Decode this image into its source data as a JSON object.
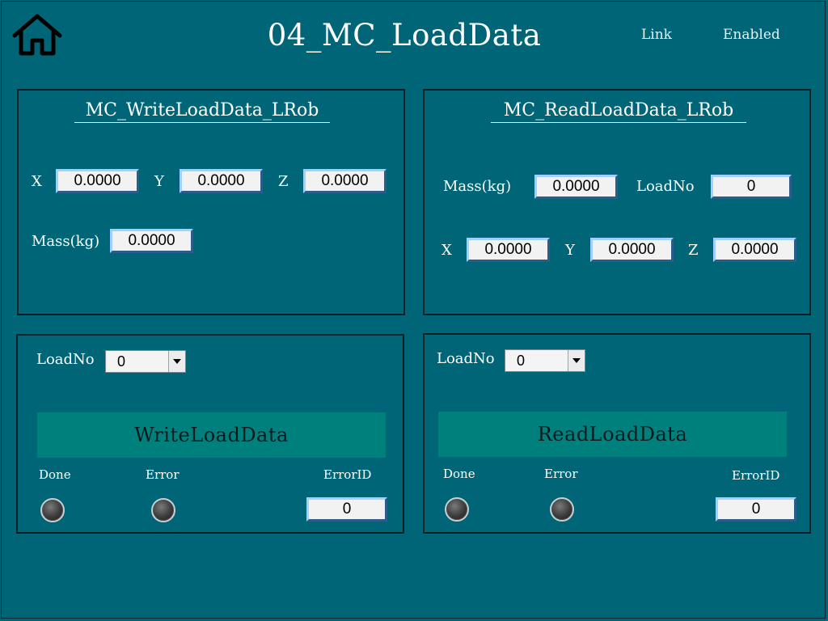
{
  "header": {
    "title": "04_MC_LoadData",
    "status_link": "Link",
    "status_enabled": "Enabled"
  },
  "write_params": {
    "title": "MC_WriteLoadData_LRob",
    "x_label": "X",
    "x_value": "0.0000",
    "y_label": "Y",
    "y_value": "0.0000",
    "z_label": "Z",
    "z_value": "0.0000",
    "mass_label": "Mass(kg)",
    "mass_value": "0.0000"
  },
  "read_params": {
    "title": "MC_ReadLoadData_LRob",
    "mass_label": "Mass(kg)",
    "mass_value": "0.0000",
    "loadno_label": "LoadNo",
    "loadno_value": "0",
    "x_label": "X",
    "x_value": "0.0000",
    "y_label": "Y",
    "y_value": "0.0000",
    "z_label": "Z",
    "z_value": "0.0000"
  },
  "write_control": {
    "loadno_label": "LoadNo",
    "loadno_selected": "0",
    "button_label": "WriteLoadData",
    "done_label": "Done",
    "error_label": "Error",
    "errorid_label": "ErrorID",
    "errorid_value": "0"
  },
  "read_control": {
    "loadno_label": "LoadNo",
    "loadno_selected": "0",
    "button_label": "ReadLoadData",
    "done_label": "Done",
    "error_label": "Error",
    "errorid_label": "ErrorID",
    "errorid_value": "0"
  },
  "icons": {
    "home": "home-icon",
    "dropdown": "chevron-down-icon",
    "lamp": "indicator-lamp"
  },
  "colors": {
    "background": "#006677",
    "button": "#00807c",
    "field": "#f2f2f2"
  }
}
